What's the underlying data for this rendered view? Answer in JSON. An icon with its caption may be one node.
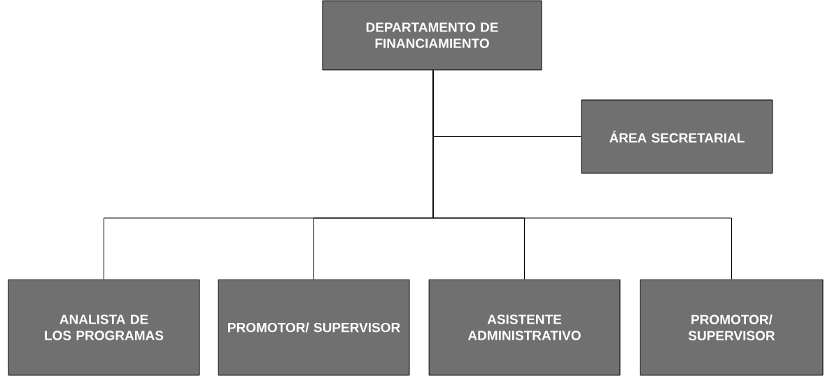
{
  "diagram": {
    "nodes": [
      {
        "text": [
          "DEPARTAMENTO DE FINANCIAMIENTO"
        ]
      },
      {
        "text": [
          "ÁREA SECRETARIAL"
        ]
      },
      {
        "text": [
          "ANALISTA DE LOS PROGRAMAS"
        ]
      },
      {
        "text": [
          "PROMOTOR/ SUPERVISOR"
        ]
      },
      {
        "text": [
          "ASISTENTE ADMINISTRATIVO"
        ]
      },
      {
        "text": [
          "PROMOTOR/ SUPERVISOR"
        ]
      }
    ],
    "edges": [
      {
        "from": 0,
        "to": 1,
        "arrow": "none"
      },
      {
        "from": 0,
        "to": 2,
        "arrow": "none"
      },
      {
        "from": 0,
        "to": 3,
        "arrow": "none"
      },
      {
        "from": 0,
        "to": 4,
        "arrow": "none"
      },
      {
        "from": 0,
        "to": 5,
        "arrow": "none"
      }
    ]
  }
}
